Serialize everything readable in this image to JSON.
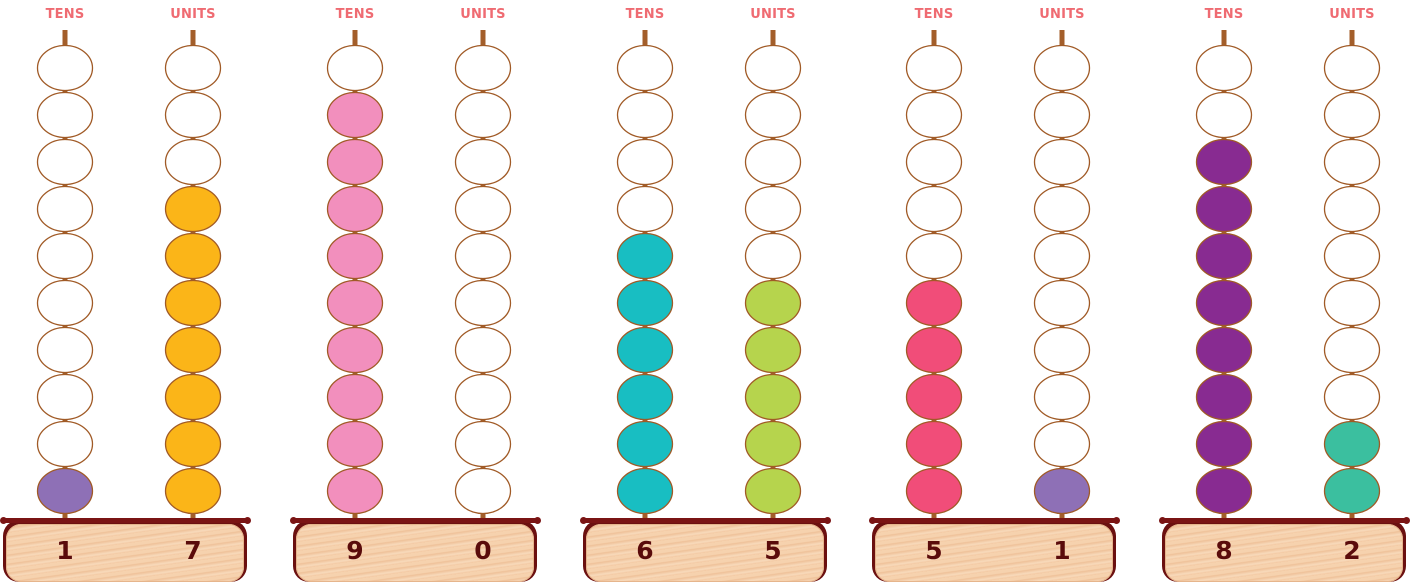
{
  "panels": [
    {
      "tens_label": "TENS",
      "units_label": "UNITS",
      "tens_digit": "1",
      "units_digit": "7",
      "tens_count": 1,
      "units_count": 7,
      "tens_color": "#8e70b6",
      "units_color": "#fbb518"
    },
    {
      "tens_label": "TENS",
      "units_label": "UNITS",
      "tens_digit": "9",
      "units_digit": "0",
      "tens_count": 9,
      "units_count": 0,
      "tens_color": "#f28fbd",
      "units_color": "#ffffff"
    },
    {
      "tens_label": "TENS",
      "units_label": "UNITS",
      "tens_digit": "6",
      "units_digit": "5",
      "tens_count": 6,
      "units_count": 5,
      "tens_color": "#18bec2",
      "units_color": "#b6d44d"
    },
    {
      "tens_label": "TENS",
      "units_label": "UNITS",
      "tens_digit": "5",
      "units_digit": "1",
      "tens_count": 5,
      "units_count": 1,
      "tens_color": "#f14d79",
      "units_color": "#8e70b6"
    },
    {
      "tens_label": "TENS",
      "units_label": "UNITS",
      "tens_digit": "8",
      "units_digit": "2",
      "tens_count": 8,
      "units_count": 2,
      "tens_color": "#882b91",
      "units_color": "#3bbf9f"
    }
  ],
  "beads_per_rod": 10,
  "bead_outline_color": "#a05a26",
  "empty_bead_color": "#ffffff"
}
